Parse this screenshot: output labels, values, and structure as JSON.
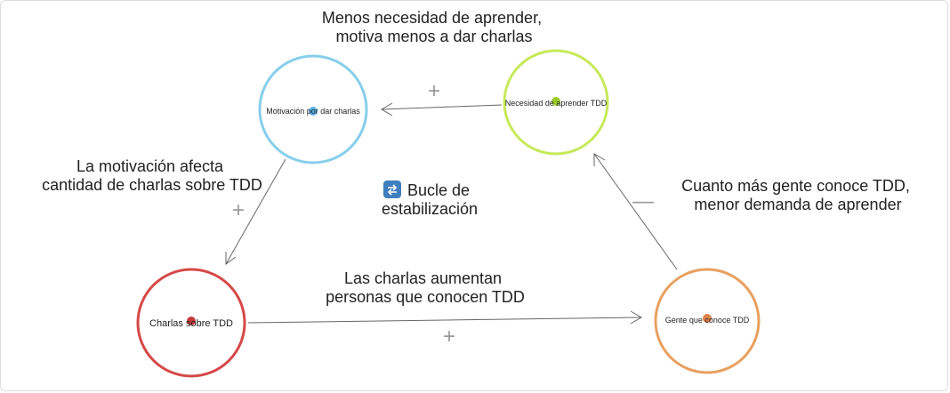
{
  "nodes": [
    {
      "id": "motivacion",
      "label": "Motivación por dar charlas",
      "color": "#87ceeb",
      "dot_color": "#5ab4e8"
    },
    {
      "id": "necesidad",
      "label": "Necesidad de aprender TDD",
      "color": "#c6e95a",
      "dot_color": "#9ccc2a"
    },
    {
      "id": "charlas",
      "label": "Charlas sobre TDD",
      "color": "#d64848",
      "dot_color": "#c83a3a"
    },
    {
      "id": "gente",
      "label": "Gente que conoce TDD",
      "color": "#e8a060",
      "dot_color": "#e0804a"
    }
  ],
  "edges": [
    {
      "id": "necesidad-to-motivacion",
      "label": "Menos necesidad de aprender, motiva menos a dar charlas",
      "lines": [
        "Menos necesidad de aprender,",
        "motiva menos a dar charlas"
      ],
      "sign": "+"
    },
    {
      "id": "motivacion-to-charlas",
      "label": "La motivación afecta cantidad de charlas sobre TDD",
      "lines": [
        "La motivación afecta",
        "cantidad de charlas sobre TDD"
      ],
      "sign": "+"
    },
    {
      "id": "charlas-to-gente",
      "label": "Las charlas aumentan personas que conocen TDD",
      "lines": [
        "Las charlas aumentan",
        "personas que conocen TDD"
      ],
      "sign": "+"
    },
    {
      "id": "gente-to-necesidad",
      "label": "Cuanto más gente conoce TDD, menor demanda de aprender",
      "lines": [
        "Cuanto más gente conoce TDD,",
        "menor demanda de aprender"
      ],
      "sign": "—"
    }
  ],
  "loop": {
    "icon": "repeat-icon",
    "lines": [
      "Bucle de",
      "estabilización"
    ]
  },
  "colors": {
    "edge": "#666666",
    "sign": "#999999",
    "loop_icon": "#3f7fbf"
  }
}
